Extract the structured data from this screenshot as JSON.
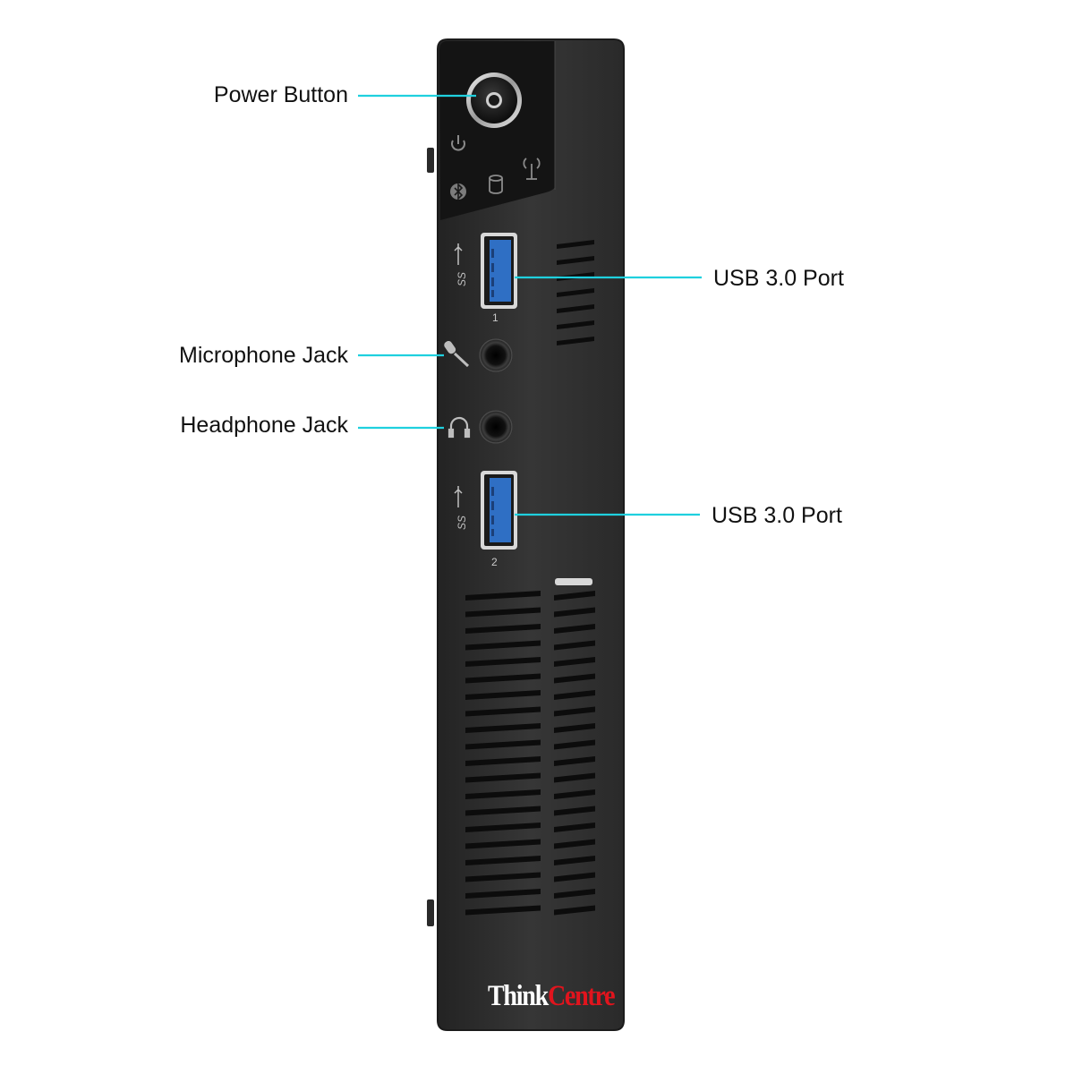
{
  "callouts": {
    "power_button": "Power Button",
    "usb_port_top": "USB 3.0 Port",
    "microphone_jack": "Microphone Jack",
    "headphone_jack": "Headphone Jack",
    "usb_port_bottom": "USB 3.0 Port"
  },
  "device": {
    "brand_prefix": "Think",
    "brand_suffix": "Centre",
    "usb_port_1_number": "1",
    "usb_port_2_number": "2",
    "usb_port_1_symbol": "SS",
    "usb_port_2_symbol": "SS"
  },
  "colors": {
    "callout_line": "#1fd0de",
    "chassis": "#303030",
    "usb_blue": "#2f6fc4",
    "brand_accent": "#e1141d",
    "label_text": "#111111"
  },
  "icons": [
    "power-icon",
    "bluetooth-icon",
    "hard-drive-icon",
    "wifi-icon",
    "microphone-icon",
    "headphone-icon",
    "usb-superspeed-icon"
  ]
}
